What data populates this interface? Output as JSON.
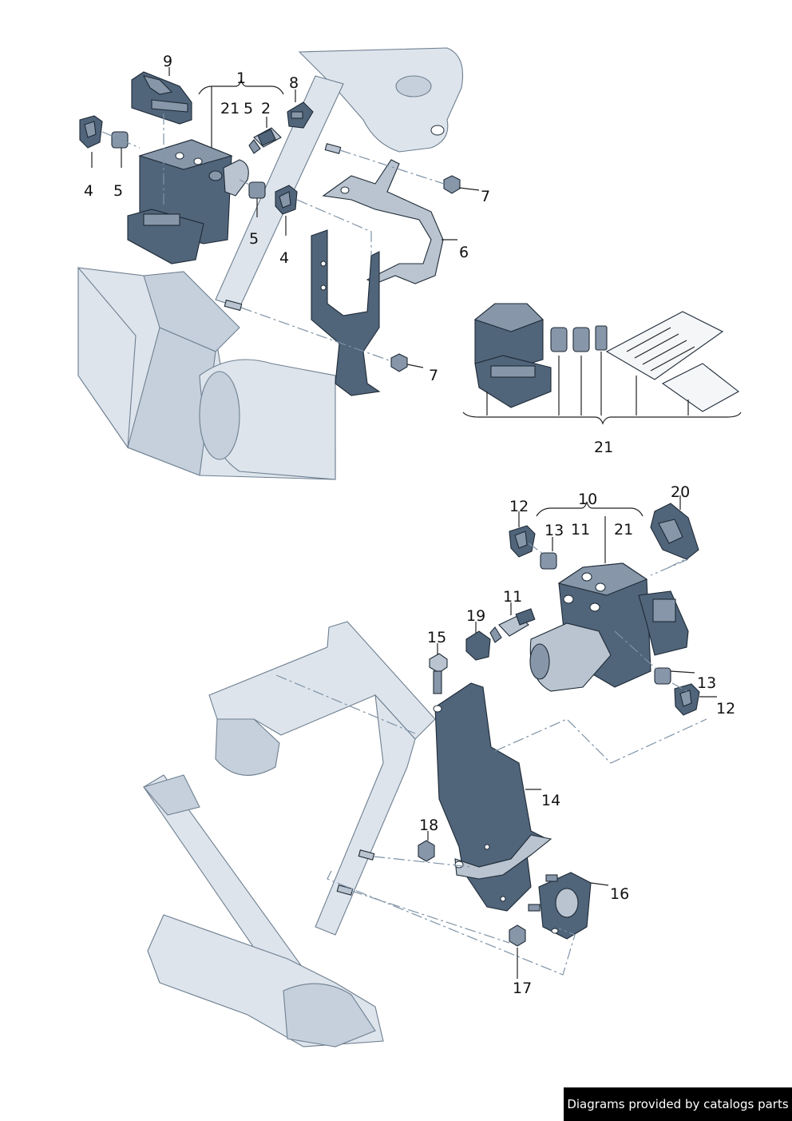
{
  "callouts": {
    "c1": "1",
    "c2": "2",
    "c4a": "4",
    "c4b": "4",
    "c5a": "5",
    "c5b": "5",
    "c5c": "5",
    "c6": "6",
    "c7a": "7",
    "c7b": "7",
    "c8": "8",
    "c9": "9",
    "c21a": "21",
    "c21b": "21",
    "c21c": "21",
    "c10": "10",
    "c11a": "11",
    "c11b": "11",
    "c12a": "12",
    "c12b": "12",
    "c13a": "13",
    "c13b": "13",
    "c14": "14",
    "c15": "15",
    "c16": "16",
    "c17": "17",
    "c18": "18",
    "c19": "19",
    "c20": "20"
  },
  "watermark": "Diagrams provided by catalogs parts"
}
